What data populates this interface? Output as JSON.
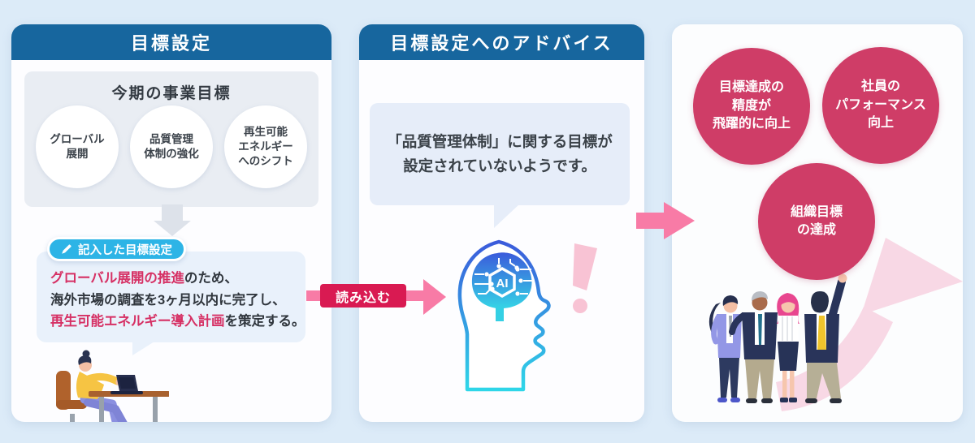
{
  "colors": {
    "page_bg": "#dcebf8",
    "header_blue": "#17669e",
    "accent_pink_arrow": "#f87ba6",
    "load_button_crimson": "#d91a52",
    "benefit_circle_crimson": "#cf3d67",
    "badge_cyan": "#2db4e6",
    "highlight_text_pink": "#d63064"
  },
  "left_panel": {
    "header": "目標設定",
    "goals_box_title": "今期の事業目標",
    "goal_circles": [
      {
        "lines": [
          "グローバル",
          "展開"
        ]
      },
      {
        "lines": [
          "品質管理",
          "体制の強化"
        ]
      },
      {
        "lines": [
          "再生可能",
          "エネルギー",
          "へのシフト"
        ]
      }
    ],
    "badge_label": "記入した目標設定",
    "written_goal": {
      "line1_highlight": "グローバル展開の推進",
      "line1_rest": "のため、",
      "line2": "海外市場の調査を3ヶ月以内に完了し、",
      "line3_highlight": "再生可能エネルギー導入計画",
      "line3_rest": "を策定する。"
    }
  },
  "load_arrow": {
    "label": "読み込む"
  },
  "middle_panel": {
    "header": "目標設定へのアドバイス",
    "advice_line1": "「品質管理体制」に関する目標が",
    "advice_line2": "設定されていないようです。",
    "ai_label": "AI"
  },
  "right_panel": {
    "benefit_circles": [
      {
        "lines": [
          "目標達成の",
          "精度が",
          "飛躍的に向上"
        ]
      },
      {
        "lines": [
          "社員の",
          "パフォーマンス",
          "向上"
        ]
      },
      {
        "lines": [
          "組織目標",
          "の達成"
        ]
      }
    ]
  }
}
